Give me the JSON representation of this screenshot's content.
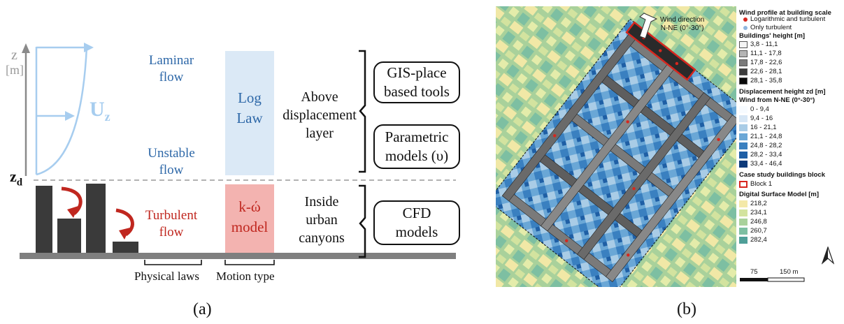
{
  "panel_a": {
    "z_label": "z",
    "unit_label": "[m]",
    "uz_main": "U",
    "uz_sub": "z",
    "zd_main": "z",
    "zd_sub": "d",
    "laminar_1": "Laminar",
    "laminar_2": "flow",
    "unstable_1": "Unstable",
    "unstable_2": "flow",
    "turbulent_1": "Turbulent",
    "turbulent_2": "flow",
    "loglaw_1": "Log",
    "loglaw_2": "Law",
    "komega_1": "k-ώ",
    "komega_2": "model",
    "above_1": "Above",
    "above_2": "displacement",
    "above_3": "layer",
    "inside_1": "Inside",
    "inside_2": "urban",
    "inside_3": "canyons",
    "gis_1": "GIS-place",
    "gis_2": "based tools",
    "param_1": "Parametric",
    "param_2": "models (υ)",
    "cfd_1": "CFD",
    "cfd_2": "models",
    "physical_laws": "Physical laws",
    "motion_type": "Motion type",
    "caption": "(a)",
    "colors": {
      "blue": "#2e68a8",
      "red": "#c0271f",
      "light_blue": "#a7cdef",
      "loglaw_fill": "#dbe9f6",
      "komega_fill": "#f3b3b0"
    }
  },
  "panel_b": {
    "wind_direction_1": "Wind direction",
    "wind_direction_2": "N-NE (0°-30°)",
    "caption": "(b)",
    "legend": {
      "title_profile": "Wind profile at building scale",
      "profile_items": [
        "Logarithmic and turbulent",
        "Only turbulent"
      ],
      "title_height": "Buildings' height [m]",
      "height_items": [
        "3,8 - 11,1",
        "11,1 - 17,8",
        "17,8 - 22,6",
        "22,6 - 28,1",
        "28,1 - 35,8"
      ],
      "title_displacement": "Displacement height zd [m]",
      "title_displacement_sub": "Wind from N-NE (0°-30°)",
      "displacement_items": [
        "0 - 9,4",
        "9,4 - 16",
        "16 - 21,1",
        "21,1 - 24,8",
        "24,8 - 28,2",
        "28,2 - 33,4",
        "33,4 - 46,4"
      ],
      "title_case": "Case study buildings block",
      "case_items": [
        "Block 1"
      ],
      "title_dsm": "Digital Surface Model [m]",
      "dsm_items": [
        "218,2",
        "234,1",
        "246,8",
        "260,7",
        "282,4"
      ],
      "scale_75": "75",
      "scale_150": "150 m"
    },
    "colors": {
      "height": [
        "#f4f4f4",
        "#b4b4b4",
        "#7a7a7a",
        "#3c3c3c",
        "#0a0a0a"
      ],
      "displacement": [
        "#f7fbff",
        "#d6e6f5",
        "#a9cce6",
        "#6aa7d6",
        "#3a80c0",
        "#1f5fa5",
        "#0d3a7a"
      ],
      "dsm": [
        "#f4e9a8",
        "#d3e39f",
        "#a9d19b",
        "#7dbfa2",
        "#4f9f98"
      ],
      "log_turb": "#d7261e",
      "only_turb": "#8fb6de",
      "block": "#d7261e"
    }
  }
}
